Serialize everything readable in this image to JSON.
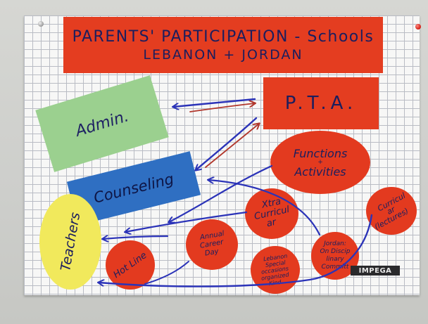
{
  "title": {
    "line1": "PARENTS' PARTICIPATION - Schools",
    "line2": "LEBANON + JORDAN"
  },
  "cards": {
    "pta": "P.T.A.",
    "admin": "Admin.",
    "counseling": "Counseling",
    "teachers": "Teachers"
  },
  "circles": {
    "functions": {
      "line1": "Functions",
      "line2": "+",
      "line3": "Activities"
    },
    "extra_curricular": {
      "line1": "Xtra",
      "line2": "Curricul",
      "line3": "ar"
    },
    "curricular": {
      "line1": "Curricul",
      "line2": "ar",
      "line3": "(lectures)"
    },
    "career_day": {
      "line1": "Annual",
      "line2": "Career",
      "line3": "Day"
    },
    "hot_line": "Hot Line",
    "special_occasions": {
      "line1": "Lebanon",
      "line2": "Special",
      "line3": "occasions",
      "line4": "organized",
      "line5": "Kind"
    },
    "disciplinary": {
      "line1": "Jordan:",
      "line2": "On Discip",
      "line3": "linary",
      "line4": "Committ"
    }
  },
  "logo": "IMPEGA",
  "colors": {
    "paper": "#f7f7f6",
    "grid": "#b9bcc4",
    "red": "#e43d20",
    "green": "#9bd08f",
    "blue": "#2f6fc2",
    "yellow": "#f1e95c",
    "ink": "#1b1e5e",
    "arrow_blue": "#2b33b8",
    "arrow_red": "#b1372c"
  }
}
